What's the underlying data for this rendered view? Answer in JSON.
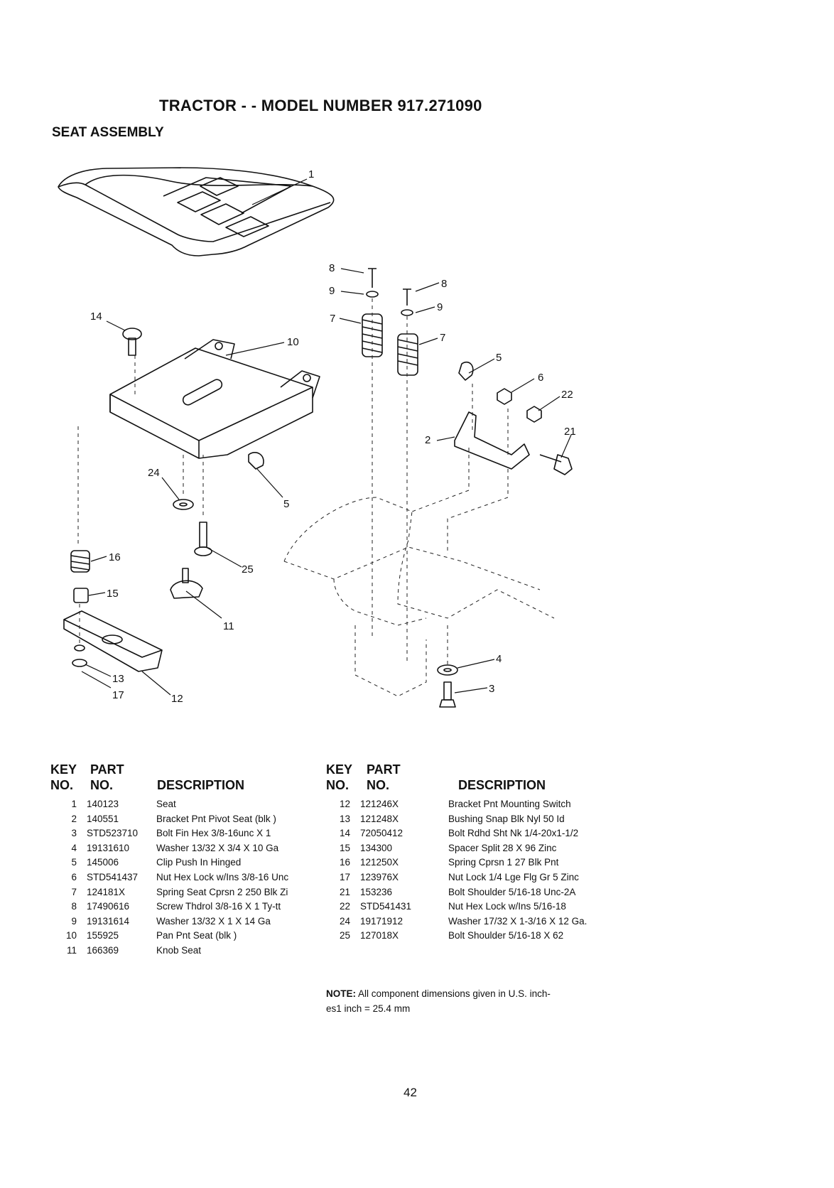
{
  "header": {
    "title": "TRACTOR - - MODEL NUMBER 917.271090",
    "subtitle": "SEAT ASSEMBLY"
  },
  "table_headers": {
    "key_line1": "KEY",
    "key_line2": "NO.",
    "part_line1": "PART",
    "part_line2": "NO.",
    "description": "DESCRIPTION"
  },
  "parts_left": [
    {
      "key": "1",
      "part": "140123",
      "desc": "Seat"
    },
    {
      "key": "2",
      "part": "140551",
      "desc": "Bracket Pnt Pivot Seat (blk )"
    },
    {
      "key": "3",
      "part": "STD523710",
      "desc": "Bolt Fin Hex 3/8-16unc X 1"
    },
    {
      "key": "4",
      "part": "19131610",
      "desc": "Washer 13/32 X 3/4 X 10 Ga"
    },
    {
      "key": "5",
      "part": "145006",
      "desc": "Clip Push In Hinged"
    },
    {
      "key": "6",
      "part": "STD541437",
      "desc": "Nut Hex Lock w/Ins 3/8-16 Unc"
    },
    {
      "key": "7",
      "part": "124181X",
      "desc": "Spring Seat Cprsn 2 250 Blk Zi"
    },
    {
      "key": "8",
      "part": "17490616",
      "desc": "Screw Thdrol 3/8-16 X 1 Ty-tt"
    },
    {
      "key": "9",
      "part": "19131614",
      "desc": "Washer 13/32 X 1 X 14 Ga"
    },
    {
      "key": "10",
      "part": "155925",
      "desc": "Pan Pnt Seat (blk )"
    },
    {
      "key": "11",
      "part": "166369",
      "desc": "Knob Seat"
    }
  ],
  "parts_right": [
    {
      "key": "12",
      "part": "121246X",
      "desc": "Bracket Pnt Mounting Switch"
    },
    {
      "key": "13",
      "part": "121248X",
      "desc": "Bushing Snap Blk Nyl 50 Id"
    },
    {
      "key": "14",
      "part": "72050412",
      "desc": "Bolt Rdhd Sht Nk 1/4-20x1-1/2"
    },
    {
      "key": "15",
      "part": "134300",
      "desc": "Spacer Split 28 X 96 Zinc"
    },
    {
      "key": "16",
      "part": "121250X",
      "desc": "Spring Cprsn 1 27 Blk Pnt"
    },
    {
      "key": "17",
      "part": "123976X",
      "desc": "Nut Lock 1/4 Lge Flg Gr 5 Zinc"
    },
    {
      "key": "21",
      "part": "153236",
      "desc": "Bolt Shoulder 5/16-18 Unc-2A"
    },
    {
      "key": "22",
      "part": "STD541431",
      "desc": "Nut Hex Lock w/Ins 5/16-18"
    },
    {
      "key": "24",
      "part": "19171912",
      "desc": "Washer 17/32 X 1-3/16 X 12 Ga."
    },
    {
      "key": "25",
      "part": "127018X",
      "desc": "Bolt Shoulder 5/16-18 X 62"
    }
  ],
  "note": {
    "label": "NOTE:",
    "line1": "All component dimensions given in U.S. inch-",
    "line2": "es1 inch = 25.4 mm"
  },
  "page_number": "42",
  "callouts": {
    "c1": "1",
    "c8a": "8",
    "c9a": "9",
    "c7a": "7",
    "c8b": "8",
    "c9b": "9",
    "c7b": "7",
    "c14": "14",
    "c10": "10",
    "c5a": "5",
    "c6": "6",
    "c22": "22",
    "c21": "21",
    "c2": "2",
    "c24": "24",
    "c5b": "5",
    "c16": "16",
    "c25": "25",
    "c15": "15",
    "c11": "11",
    "c4": "4",
    "c3": "3",
    "c13": "13",
    "c17": "17",
    "c12": "12"
  }
}
